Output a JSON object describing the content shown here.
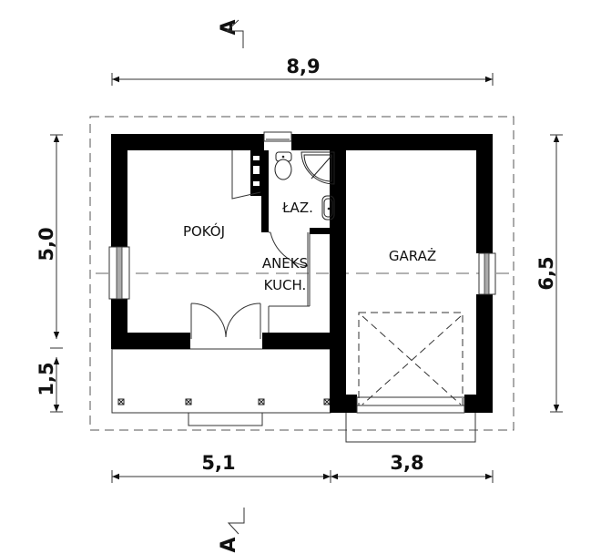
{
  "plan": {
    "type": "floor-plan",
    "section_marker": {
      "label": "A",
      "top": "A",
      "bottom": "A"
    },
    "rooms": [
      {
        "id": "pokoj",
        "label": "POKÓJ"
      },
      {
        "id": "lazienka",
        "label": "ŁAZ."
      },
      {
        "id": "aneks",
        "label_line1": "ANEKS",
        "label_line2": "KUCH."
      },
      {
        "id": "garaz",
        "label": "GARAŻ"
      }
    ],
    "dimensions": {
      "total_width": "8,9",
      "total_depth": "6,5",
      "house_depth": "5,0",
      "terrace_depth": "1,5",
      "house_width": "5,1",
      "garage_width": "3,8"
    },
    "colors": {
      "wall": "#000000",
      "line": "#333333",
      "dashed": "#555555",
      "background": "#ffffff"
    }
  }
}
